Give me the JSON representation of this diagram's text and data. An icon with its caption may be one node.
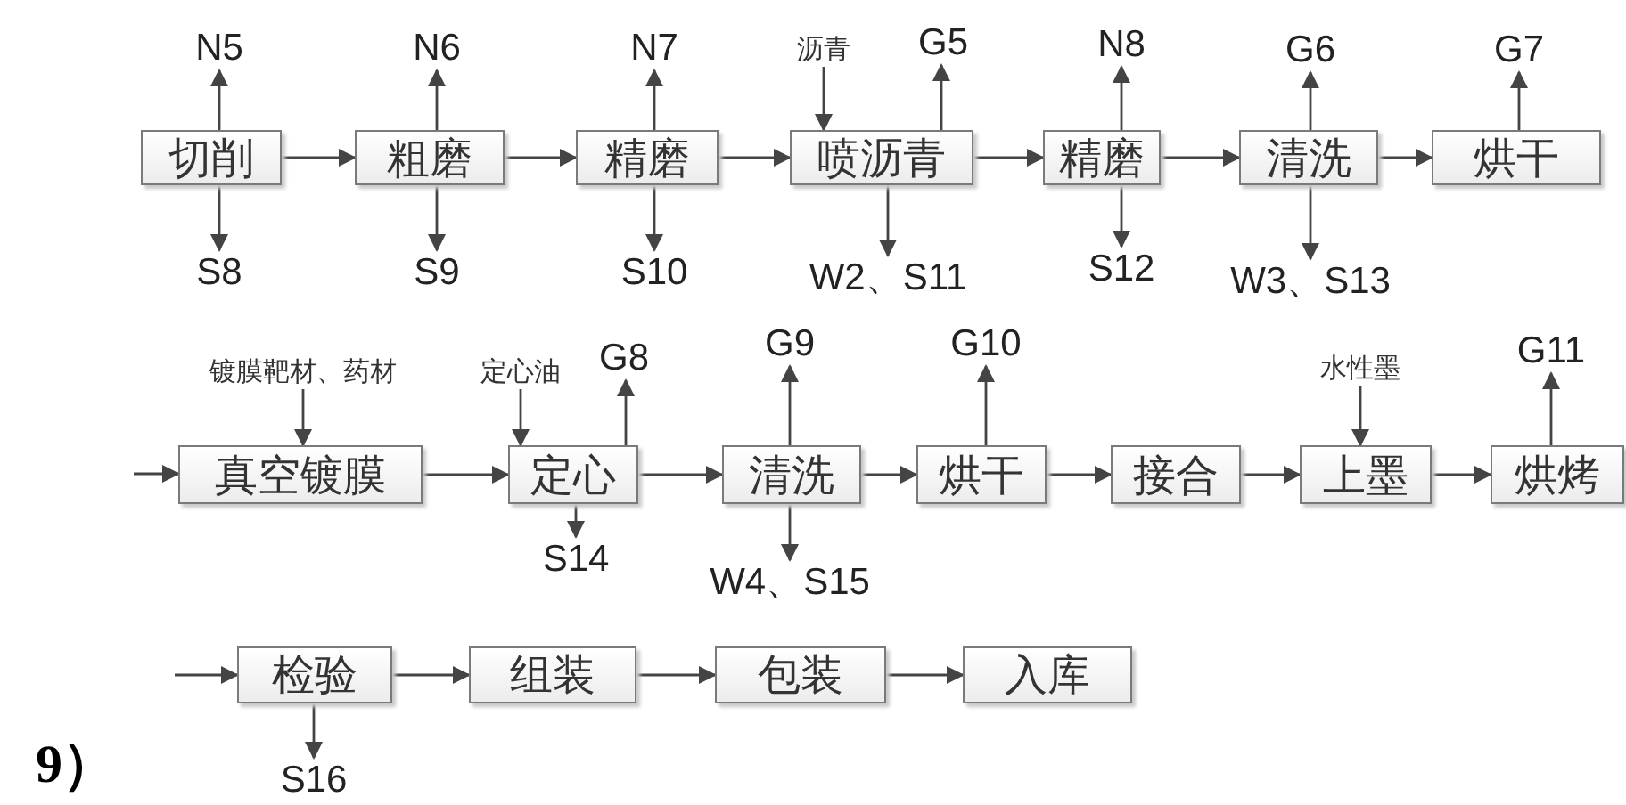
{
  "diagram": {
    "nodes": [
      {
        "text": [
          "切削"
        ]
      },
      {
        "text": [
          "粗磨"
        ]
      },
      {
        "text": [
          "精磨"
        ]
      },
      {
        "text": [
          "喷沥青"
        ]
      },
      {
        "text": [
          "精磨"
        ]
      },
      {
        "text": [
          "清洗"
        ]
      },
      {
        "text": [
          "烘干"
        ]
      },
      {
        "text": [
          "真空镀膜"
        ]
      },
      {
        "text": [
          "定心"
        ]
      },
      {
        "text": [
          "清洗"
        ]
      },
      {
        "text": [
          "烘干"
        ]
      },
      {
        "text": [
          "接合"
        ]
      },
      {
        "text": [
          "上墨"
        ]
      },
      {
        "text": [
          "烘烤"
        ]
      },
      {
        "text": [
          "检验"
        ]
      },
      {
        "text": [
          "组装"
        ]
      },
      {
        "text": [
          "包装"
        ]
      },
      {
        "text": [
          "入库"
        ]
      },
      {
        "text": [
          "N5"
        ]
      },
      {
        "text": [
          "S8"
        ]
      },
      {
        "text": [
          "N6"
        ]
      },
      {
        "text": [
          "S9"
        ]
      },
      {
        "text": [
          "N7"
        ]
      },
      {
        "text": [
          "S10"
        ]
      },
      {
        "text": [
          "沥青"
        ]
      },
      {
        "text": [
          "G5"
        ]
      },
      {
        "text": [
          "W2、S11"
        ]
      },
      {
        "text": [
          "N8"
        ]
      },
      {
        "text": [
          "S12"
        ]
      },
      {
        "text": [
          "G6"
        ]
      },
      {
        "text": [
          "W3、S13"
        ]
      },
      {
        "text": [
          "G7"
        ]
      },
      {
        "text": [
          "镀膜靶材、药材"
        ]
      },
      {
        "text": [
          "定心油"
        ]
      },
      {
        "text": [
          "G8"
        ]
      },
      {
        "text": [
          "S14"
        ]
      },
      {
        "text": [
          "G9"
        ]
      },
      {
        "text": [
          "W4、S15"
        ]
      },
      {
        "text": [
          "G10"
        ]
      },
      {
        "text": [
          "水性墨"
        ]
      },
      {
        "text": [
          "G11"
        ]
      },
      {
        "text": [
          "S16"
        ]
      }
    ],
    "edges": [
      {
        "from": 0,
        "to": 1,
        "arrow": "to"
      },
      {
        "from": 1,
        "to": 2,
        "arrow": "to"
      },
      {
        "from": 2,
        "to": 3,
        "arrow": "to"
      },
      {
        "from": 3,
        "to": 4,
        "arrow": "to"
      },
      {
        "from": 4,
        "to": 5,
        "arrow": "to"
      },
      {
        "from": 5,
        "to": 6,
        "arrow": "to"
      },
      {
        "from": 0,
        "to": 18,
        "arrow": "to"
      },
      {
        "from": 0,
        "to": 19,
        "arrow": "to"
      },
      {
        "from": 1,
        "to": 20,
        "arrow": "to"
      },
      {
        "from": 1,
        "to": 21,
        "arrow": "to"
      },
      {
        "from": 2,
        "to": 22,
        "arrow": "to"
      },
      {
        "from": 2,
        "to": 23,
        "arrow": "to"
      },
      {
        "from": 24,
        "to": 3,
        "arrow": "to"
      },
      {
        "from": 3,
        "to": 25,
        "arrow": "to"
      },
      {
        "from": 3,
        "to": 26,
        "arrow": "to"
      },
      {
        "from": 4,
        "to": 27,
        "arrow": "to"
      },
      {
        "from": 4,
        "to": 28,
        "arrow": "to"
      },
      {
        "from": 5,
        "to": 29,
        "arrow": "to"
      },
      {
        "from": 5,
        "to": 30,
        "arrow": "to"
      },
      {
        "from": 6,
        "to": 31,
        "arrow": "to"
      },
      {
        "from": null,
        "to": 7,
        "arrow": "to"
      },
      {
        "from": 7,
        "to": 8,
        "arrow": "to"
      },
      {
        "from": 8,
        "to": 9,
        "arrow": "to"
      },
      {
        "from": 9,
        "to": 10,
        "arrow": "to"
      },
      {
        "from": 10,
        "to": 11,
        "arrow": "to"
      },
      {
        "from": 11,
        "to": 12,
        "arrow": "to"
      },
      {
        "from": 12,
        "to": 13,
        "arrow": "to"
      },
      {
        "from": 32,
        "to": 7,
        "arrow": "to"
      },
      {
        "from": 33,
        "to": 8,
        "arrow": "to"
      },
      {
        "from": 8,
        "to": 34,
        "arrow": "to"
      },
      {
        "from": 8,
        "to": 35,
        "arrow": "to"
      },
      {
        "from": 9,
        "to": 36,
        "arrow": "to"
      },
      {
        "from": 9,
        "to": 37,
        "arrow": "to"
      },
      {
        "from": 10,
        "to": 38,
        "arrow": "to"
      },
      {
        "from": 39,
        "to": 12,
        "arrow": "to"
      },
      {
        "from": 13,
        "to": 40,
        "arrow": "to"
      },
      {
        "from": null,
        "to": 14,
        "arrow": "to"
      },
      {
        "from": 14,
        "to": 15,
        "arrow": "to"
      },
      {
        "from": 15,
        "to": 16,
        "arrow": "to"
      },
      {
        "from": 16,
        "to": 17,
        "arrow": "to"
      },
      {
        "from": 14,
        "to": 41,
        "arrow": "to"
      }
    ],
    "labels": [
      "9）"
    ]
  }
}
